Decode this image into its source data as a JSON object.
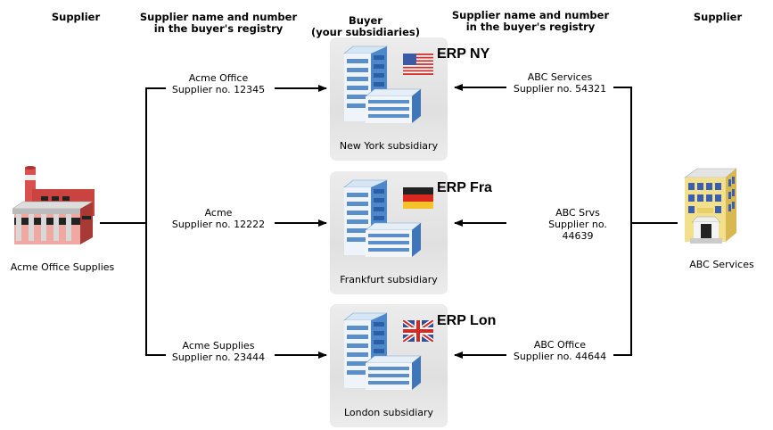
{
  "headers": {
    "supplier_left": "Supplier",
    "registry_left_line1": "Supplier name and number",
    "registry_left_line2": "in the buyer's registry",
    "buyer_line1": "Buyer",
    "buyer_line2": "(your subsidiaries)",
    "registry_right_line1": "Supplier name and number",
    "registry_right_line2": "in the buyer's registry",
    "supplier_right": "Supplier"
  },
  "suppliers": {
    "left": {
      "name": "Acme Office Supplies",
      "icon": "factory-icon"
    },
    "right": {
      "name": "ABC Services",
      "icon": "office-building-icon"
    }
  },
  "buyers": [
    {
      "erp": "ERP NY",
      "caption": "New York subsidiary",
      "flag": "us-flag-icon"
    },
    {
      "erp": "ERP Fra",
      "caption": "Frankfurt subsidiary",
      "flag": "germany-flag-icon"
    },
    {
      "erp": "ERP Lon",
      "caption": "London subsidiary",
      "flag": "uk-flag-icon"
    }
  ],
  "left_mappings": [
    {
      "name": "Acme Office",
      "number": "Supplier no. 12345"
    },
    {
      "name": "Acme",
      "number": "Supplier no. 12222"
    },
    {
      "name": "Acme Supplies",
      "number": "Supplier no. 23444"
    }
  ],
  "right_mappings": [
    {
      "name": "ABC Services",
      "number": "Supplier no. 54321"
    },
    {
      "name": "ABC Srvs",
      "number": "Supplier no. 44639"
    },
    {
      "name": "ABC Office",
      "number": "Supplier no. 44644"
    }
  ]
}
